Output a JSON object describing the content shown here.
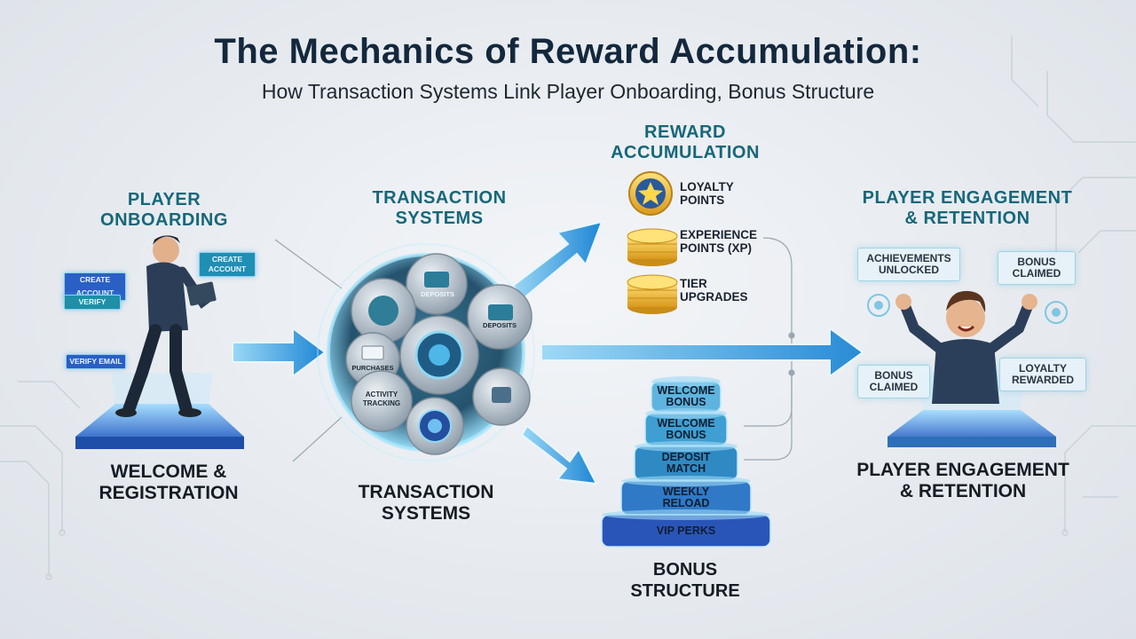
{
  "header": {
    "title": "The Mechanics of Reward Accumulation:",
    "subtitle": "How Transaction Systems Link Player Onboarding, Bonus Structure"
  },
  "onboarding": {
    "heading": "PLAYER\nONBOARDING",
    "caption": "WELCOME &\nREGISTRATION",
    "bubble_create": "CREATE\nACCOUNT",
    "chip_create": "CREATE ACCOUNT",
    "chip_verify": "VERIFY",
    "chip_email": "VERIFY EMAIL"
  },
  "transactions": {
    "heading": "TRANSACTION\nSYSTEMS",
    "caption": "TRANSACTION\nSYSTEMS",
    "gear_deposits_top": "DEPOSITS",
    "gear_deposits_right": "DEPOSITS",
    "gear_purchases": "PURCHASES",
    "gear_activity": "ACTIVITY\nTRACKING"
  },
  "rewards": {
    "heading": "REWARD\nACCUMULATION",
    "items": [
      {
        "label": "LOYALTY\nPOINTS",
        "icon": "star-medal-icon"
      },
      {
        "label": "EXPERIENCE\nPOINTS (XP)",
        "icon": "coin-stack-icon"
      },
      {
        "label": "TIER\nUPGRADES",
        "icon": "coin-stack-icon"
      }
    ]
  },
  "bonus": {
    "caption": "BONUS\nSTRUCTURE",
    "tiers": [
      "WELCOME\nBONUS",
      "WELCOME\nBONUS",
      "DEPOSIT\nMATCH",
      "WEEKLY\nRELOAD",
      "VIP PERKS"
    ]
  },
  "engagement": {
    "heading": "PLAYER ENGAGEMENT\n& RETENTION",
    "caption": "PLAYER ENGAGEMENT\n& RETENTION",
    "badges": {
      "achievements": "ACHIEVEMENTS\nUNLOCKED",
      "bonus_top": "BONUS\nCLAIMED",
      "bonus_left": "BONUS\nCLAIMED",
      "loyalty": "LOYALTY\nREWARDED"
    }
  },
  "colors": {
    "teal": "#17677a",
    "navy": "#13283d",
    "arrow_blue": "#2a8fd6",
    "gold": "#e7b82b",
    "platform_blue": "#2b66c9"
  }
}
